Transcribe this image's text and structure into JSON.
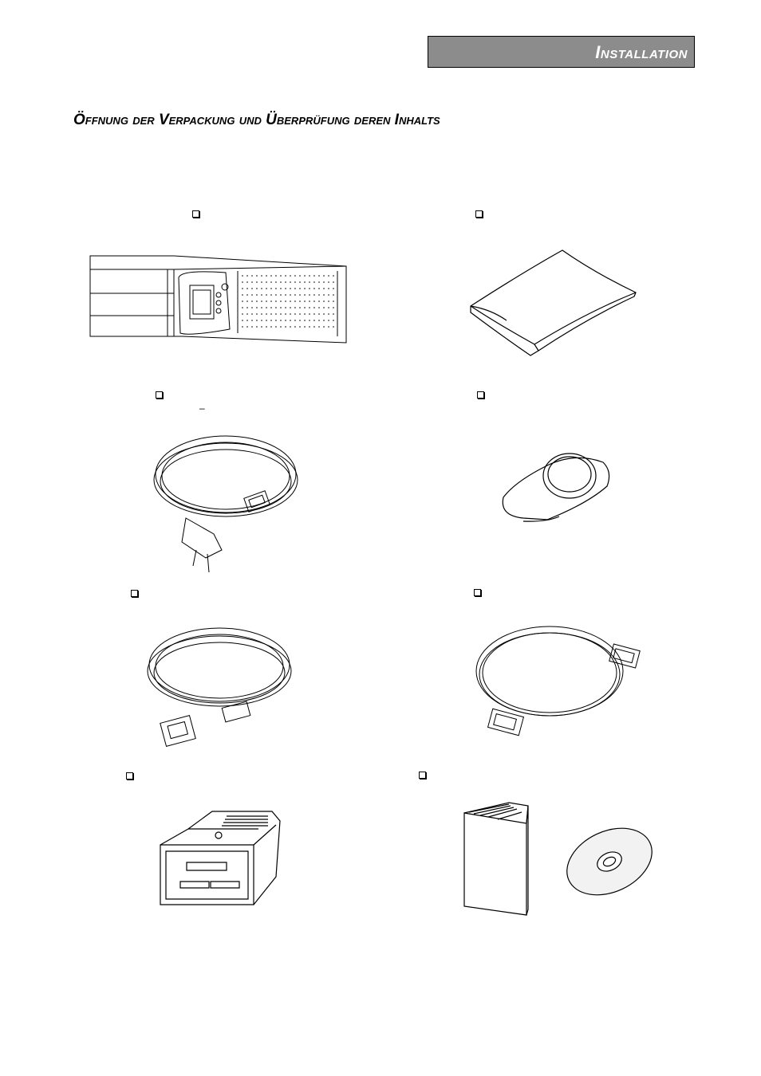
{
  "header": {
    "title": "Installation"
  },
  "section": {
    "title": "Öffnung der Verpackung und Überprüfung deren Inhalts"
  },
  "items": [
    {
      "name": "ups-unit",
      "icon": "ups-rack-unit-illustration"
    },
    {
      "name": "rack-mount-kit",
      "icon": "package-bag-illustration"
    },
    {
      "name": "input-power-cord",
      "icon": "schuko-power-cord-illustration",
      "note": "–"
    },
    {
      "name": "accessory",
      "icon": "oval-accessory-illustration"
    },
    {
      "name": "iec-cord",
      "icon": "iec-power-cord-illustration"
    },
    {
      "name": "serial-cable",
      "icon": "serial-cable-illustration"
    },
    {
      "name": "iec-connector",
      "icon": "iec-c19-plug-illustration"
    },
    {
      "name": "manual-and-cd",
      "icon": "manual-and-cd-illustration"
    }
  ]
}
